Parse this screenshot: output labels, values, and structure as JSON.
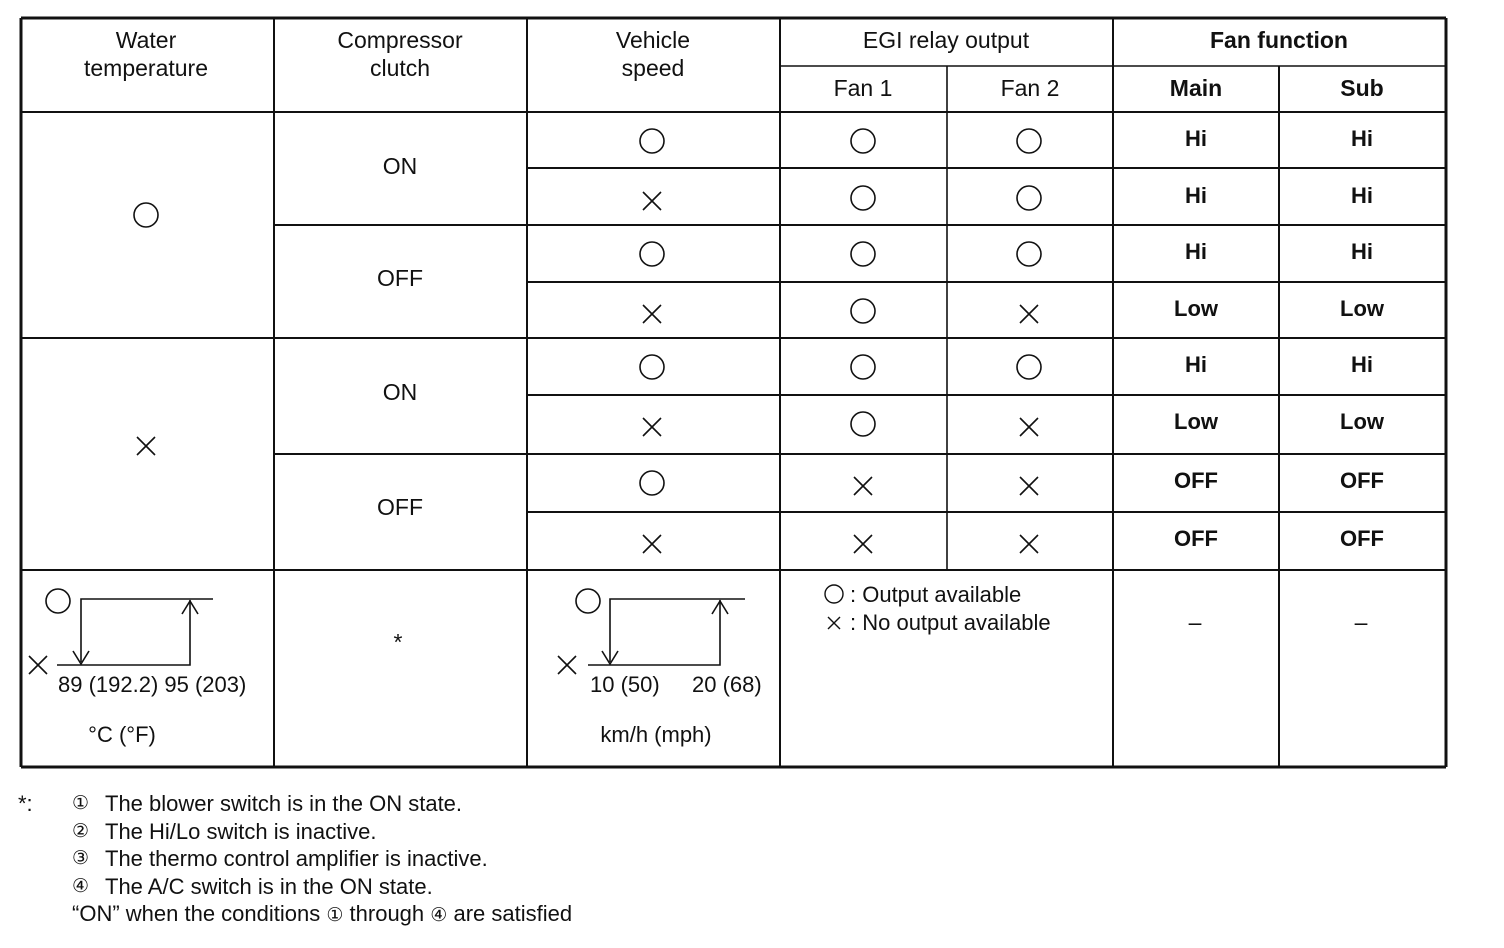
{
  "headers": {
    "water_temperature": [
      "Water",
      "temperature"
    ],
    "compressor_clutch": [
      "Compressor",
      "clutch"
    ],
    "vehicle_speed": [
      "Vehicle",
      "speed"
    ],
    "egi_relay_output": "EGI relay output",
    "fan1": "Fan 1",
    "fan2": "Fan 2",
    "fan_function": "Fan function",
    "main": "Main",
    "sub": "Sub"
  },
  "symbols": {
    "on": "circle",
    "off": "cross"
  },
  "water_groups": [
    "on",
    "off"
  ],
  "clutch_groups": [
    "ON",
    "OFF",
    "ON",
    "OFF"
  ],
  "rows": [
    {
      "speed": "on",
      "fan1": "on",
      "fan2": "on",
      "main": "Hi",
      "sub": "Hi"
    },
    {
      "speed": "off",
      "fan1": "on",
      "fan2": "on",
      "main": "Hi",
      "sub": "Hi"
    },
    {
      "speed": "on",
      "fan1": "on",
      "fan2": "on",
      "main": "Hi",
      "sub": "Hi"
    },
    {
      "speed": "off",
      "fan1": "on",
      "fan2": "off",
      "main": "Low",
      "sub": "Low"
    },
    {
      "speed": "on",
      "fan1": "on",
      "fan2": "on",
      "main": "Hi",
      "sub": "Hi"
    },
    {
      "speed": "off",
      "fan1": "on",
      "fan2": "off",
      "main": "Low",
      "sub": "Low"
    },
    {
      "speed": "on",
      "fan1": "off",
      "fan2": "off",
      "main": "OFF",
      "sub": "OFF"
    },
    {
      "speed": "off",
      "fan1": "off",
      "fan2": "off",
      "main": "OFF",
      "sub": "OFF"
    }
  ],
  "bottom": {
    "water_values": "89 (192.2) 95 (203)",
    "water_unit": "°C (°F)",
    "clutch_note": "*",
    "speed_v1": "10 (50)",
    "speed_v2": "20 (68)",
    "speed_unit": "km/h (mph)",
    "legend_on": ": Output available",
    "legend_off": ": No output available",
    "main_dash": "–",
    "sub_dash": "–"
  },
  "notes": {
    "marker": "*:",
    "items": [
      {
        "num": "①",
        "text": "The blower switch is in the ON state."
      },
      {
        "num": "②",
        "text": "The Hi/Lo switch is inactive."
      },
      {
        "num": "③",
        "text": "The thermo control amplifier is inactive."
      },
      {
        "num": "④",
        "text": "The A/C switch is in the ON state."
      }
    ],
    "summary_pre": "“ON” when the conditions",
    "summary_n1": "①",
    "summary_mid": "through",
    "summary_n2": "④",
    "summary_post": "are satisfied"
  }
}
